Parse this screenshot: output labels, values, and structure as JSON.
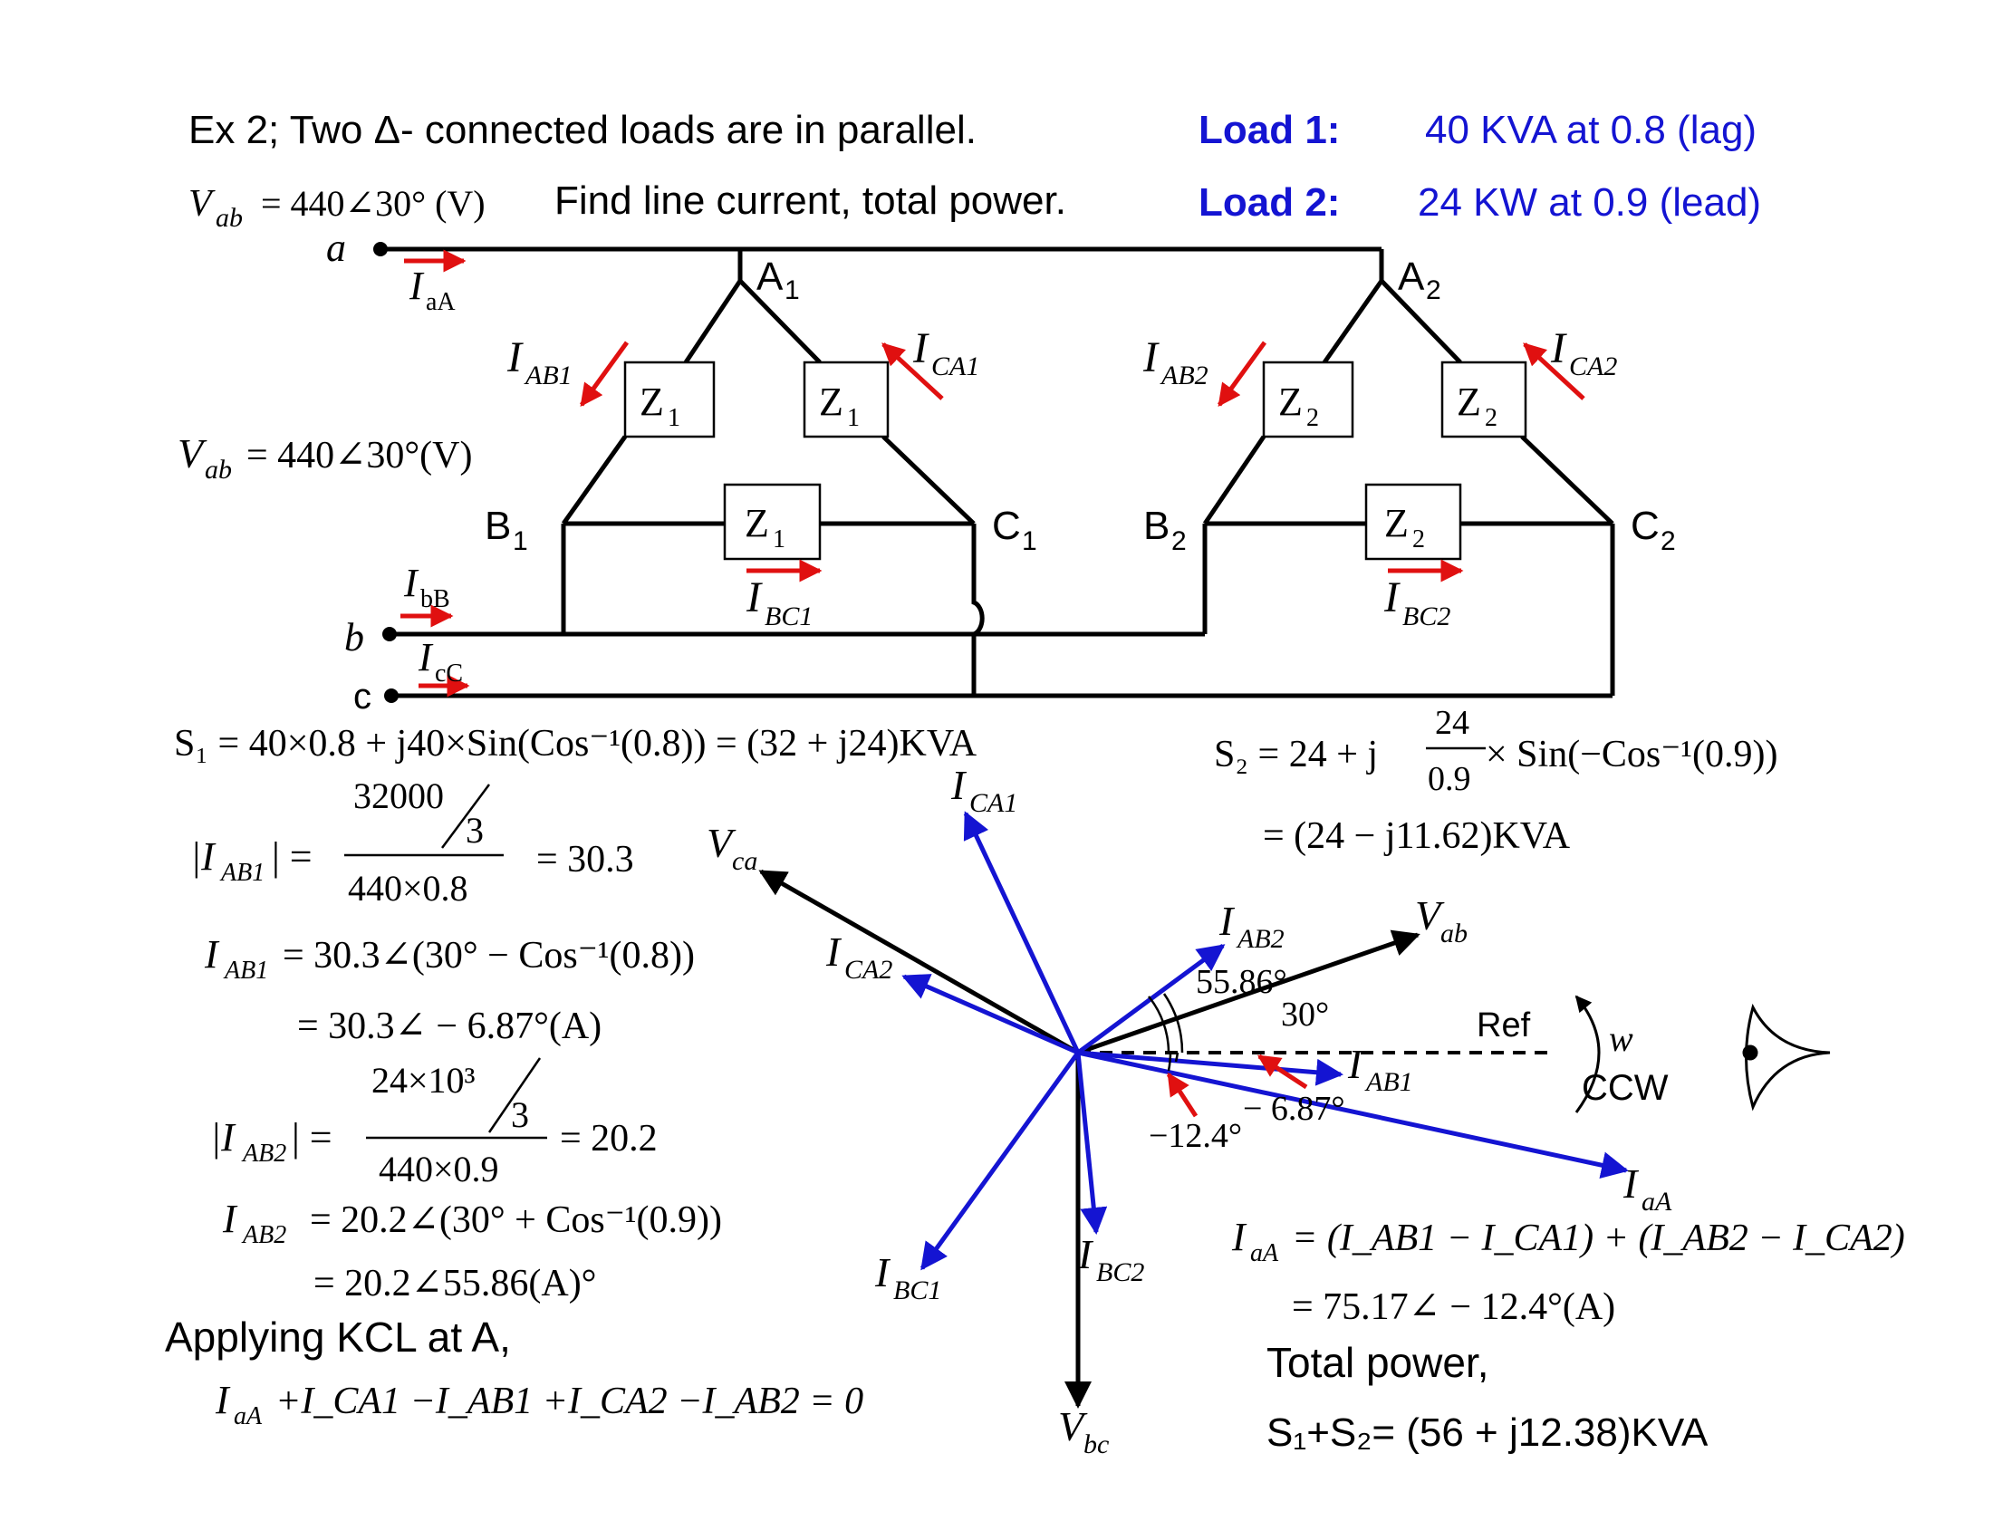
{
  "header": {
    "problem_line": "Ex 2; Two Δ- connected loads are in parallel.",
    "given_vab": "V",
    "given_vab_sub": "ab",
    "given_vab_value": "= 440∠30° (V)",
    "find_text": "Find line current, total power.",
    "load1_label": "Load 1:",
    "load1_value": "40 KVA at 0.8 (lag)",
    "load2_label": "Load 2:",
    "load2_value": "24 KW at 0.9 (lead)"
  },
  "circuit": {
    "node_a": "a",
    "node_b": "b",
    "node_c": "c",
    "A1": "A",
    "A1_sub": "1",
    "B1": "B",
    "B1_sub": "1",
    "C1": "C",
    "C1_sub": "1",
    "A2": "A",
    "A2_sub": "2",
    "B2": "B",
    "B2_sub": "2",
    "C2": "C",
    "C2_sub": "2",
    "Z1": "Z",
    "Z1_sub": "1",
    "Z2": "Z",
    "Z2_sub": "2",
    "I_aA": "I",
    "I_aA_sub": "aA",
    "I_bB": "I",
    "I_bB_sub": "bB",
    "I_cC": "I",
    "I_cC_sub": "cC",
    "I_AB1": "I",
    "I_AB1_sub": "AB1",
    "I_CA1": "I",
    "I_CA1_sub": "CA1",
    "I_BC1": "I",
    "I_BC1_sub": "BC1",
    "I_AB2": "I",
    "I_AB2_sub": "AB2",
    "I_CA2": "I",
    "I_CA2_sub": "CA2",
    "I_BC2": "I",
    "I_BC2_sub": "BC2",
    "vab_left": "V",
    "vab_left_sub": "ab",
    "vab_left_value": "= 440∠30°(V)"
  },
  "equations": {
    "s1_line": "S₁ = 40×0.8 + j40×Sin(Cos⁻¹(0.8)) = (32 + j24)KVA",
    "iab1_mag_label": "|I",
    "iab1_mag_sub": "AB1",
    "iab1_mag_close": "| =",
    "iab1_num": "32000",
    "iab1_num_div": "3",
    "iab1_den": "440×0.8",
    "iab1_result": "= 30.3",
    "iab1_phasor": "= 30.3∠(30° − Cos⁻¹(0.8))",
    "iab1_phasor_result": "= 30.3∠ − 6.87°(A)",
    "iab2_mag_label": "|I",
    "iab2_mag_sub": "AB2",
    "iab2_mag_close": "| =",
    "iab2_num": "24×10³",
    "iab2_num_div": "3",
    "iab2_den": "440×0.9",
    "iab2_result": "= 20.2",
    "iab2_phasor": "= 20.2∠(30° + Cos⁻¹(0.9))",
    "iab2_phasor_result": "= 20.2∠55.86(A)°",
    "kcl_title": "Applying KCL at A,",
    "kcl_equation": "+I_CA1 −I_AB1 +I_CA2 −I_AB2 = 0",
    "kcl_prefix": "aA",
    "s2_line": "S₂ = 24 + j",
    "s2_frac_num": "24",
    "s2_frac_den": "0.9",
    "s2_tail": "× Sin(−Cos⁻¹(0.9))",
    "s2_result": "= (24 − j11.62)KVA",
    "iaA_equation": "= (I_AB1 − I_CA1) + (I_AB2 − I_CA2)",
    "iaA_result": "= 75.17∠ − 12.4°(A)",
    "total_power_title": "Total power,",
    "total_power_value": "S₁+S₂= (56 + j12.38)KVA"
  },
  "phasor": {
    "V_ca": "V",
    "V_ca_sub": "ca",
    "V_ab": "V",
    "V_ab_sub": "ab",
    "V_bc": "V",
    "V_bc_sub": "bc",
    "I_CA1": "I",
    "I_CA1_sub": "CA1",
    "I_CA2": "I",
    "I_CA2_sub": "CA2",
    "I_AB2": "I",
    "I_AB2_sub": "AB2",
    "I_AB1": "I",
    "I_AB1_sub": "AB1",
    "I_BC1": "I",
    "I_BC1_sub": "BC1",
    "I_BC2": "I",
    "I_BC2_sub": "BC2",
    "I_aA": "I",
    "I_aA_sub": "aA",
    "angle_55": "55.86°",
    "angle_30": "30°",
    "angle_687": "− 6.87°",
    "angle_124": "−12.4°",
    "ref": "Ref",
    "omega": "w",
    "ccw": "CCW"
  },
  "colors": {
    "blue": "#1414d2",
    "red": "#e01010",
    "black": "#000000"
  }
}
